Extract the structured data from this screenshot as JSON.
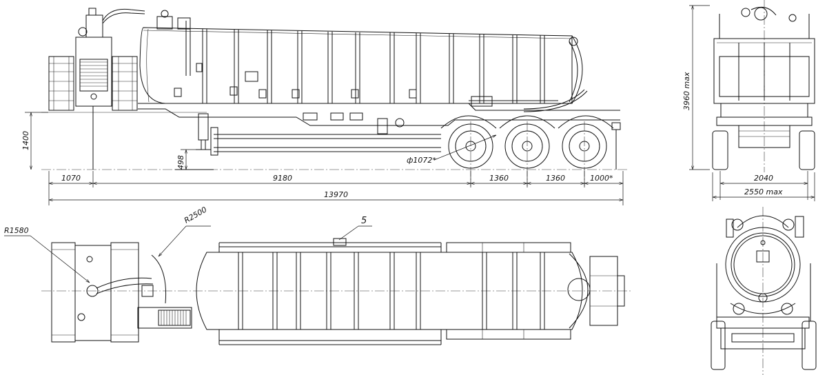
{
  "dimensions": {
    "height_side": "1400",
    "hitch_height": "498",
    "wheel_dia": "ф1072*",
    "d1070": "1070",
    "d9180": "9180",
    "d1360a": "1360",
    "d1360b": "1360",
    "d1000": "1000*",
    "total_length": "13970",
    "height_max": "3960 max",
    "track": "2040",
    "width_max": "2550 max",
    "r1580": "R1580",
    "r2500": "R2500",
    "callout5": "5"
  }
}
